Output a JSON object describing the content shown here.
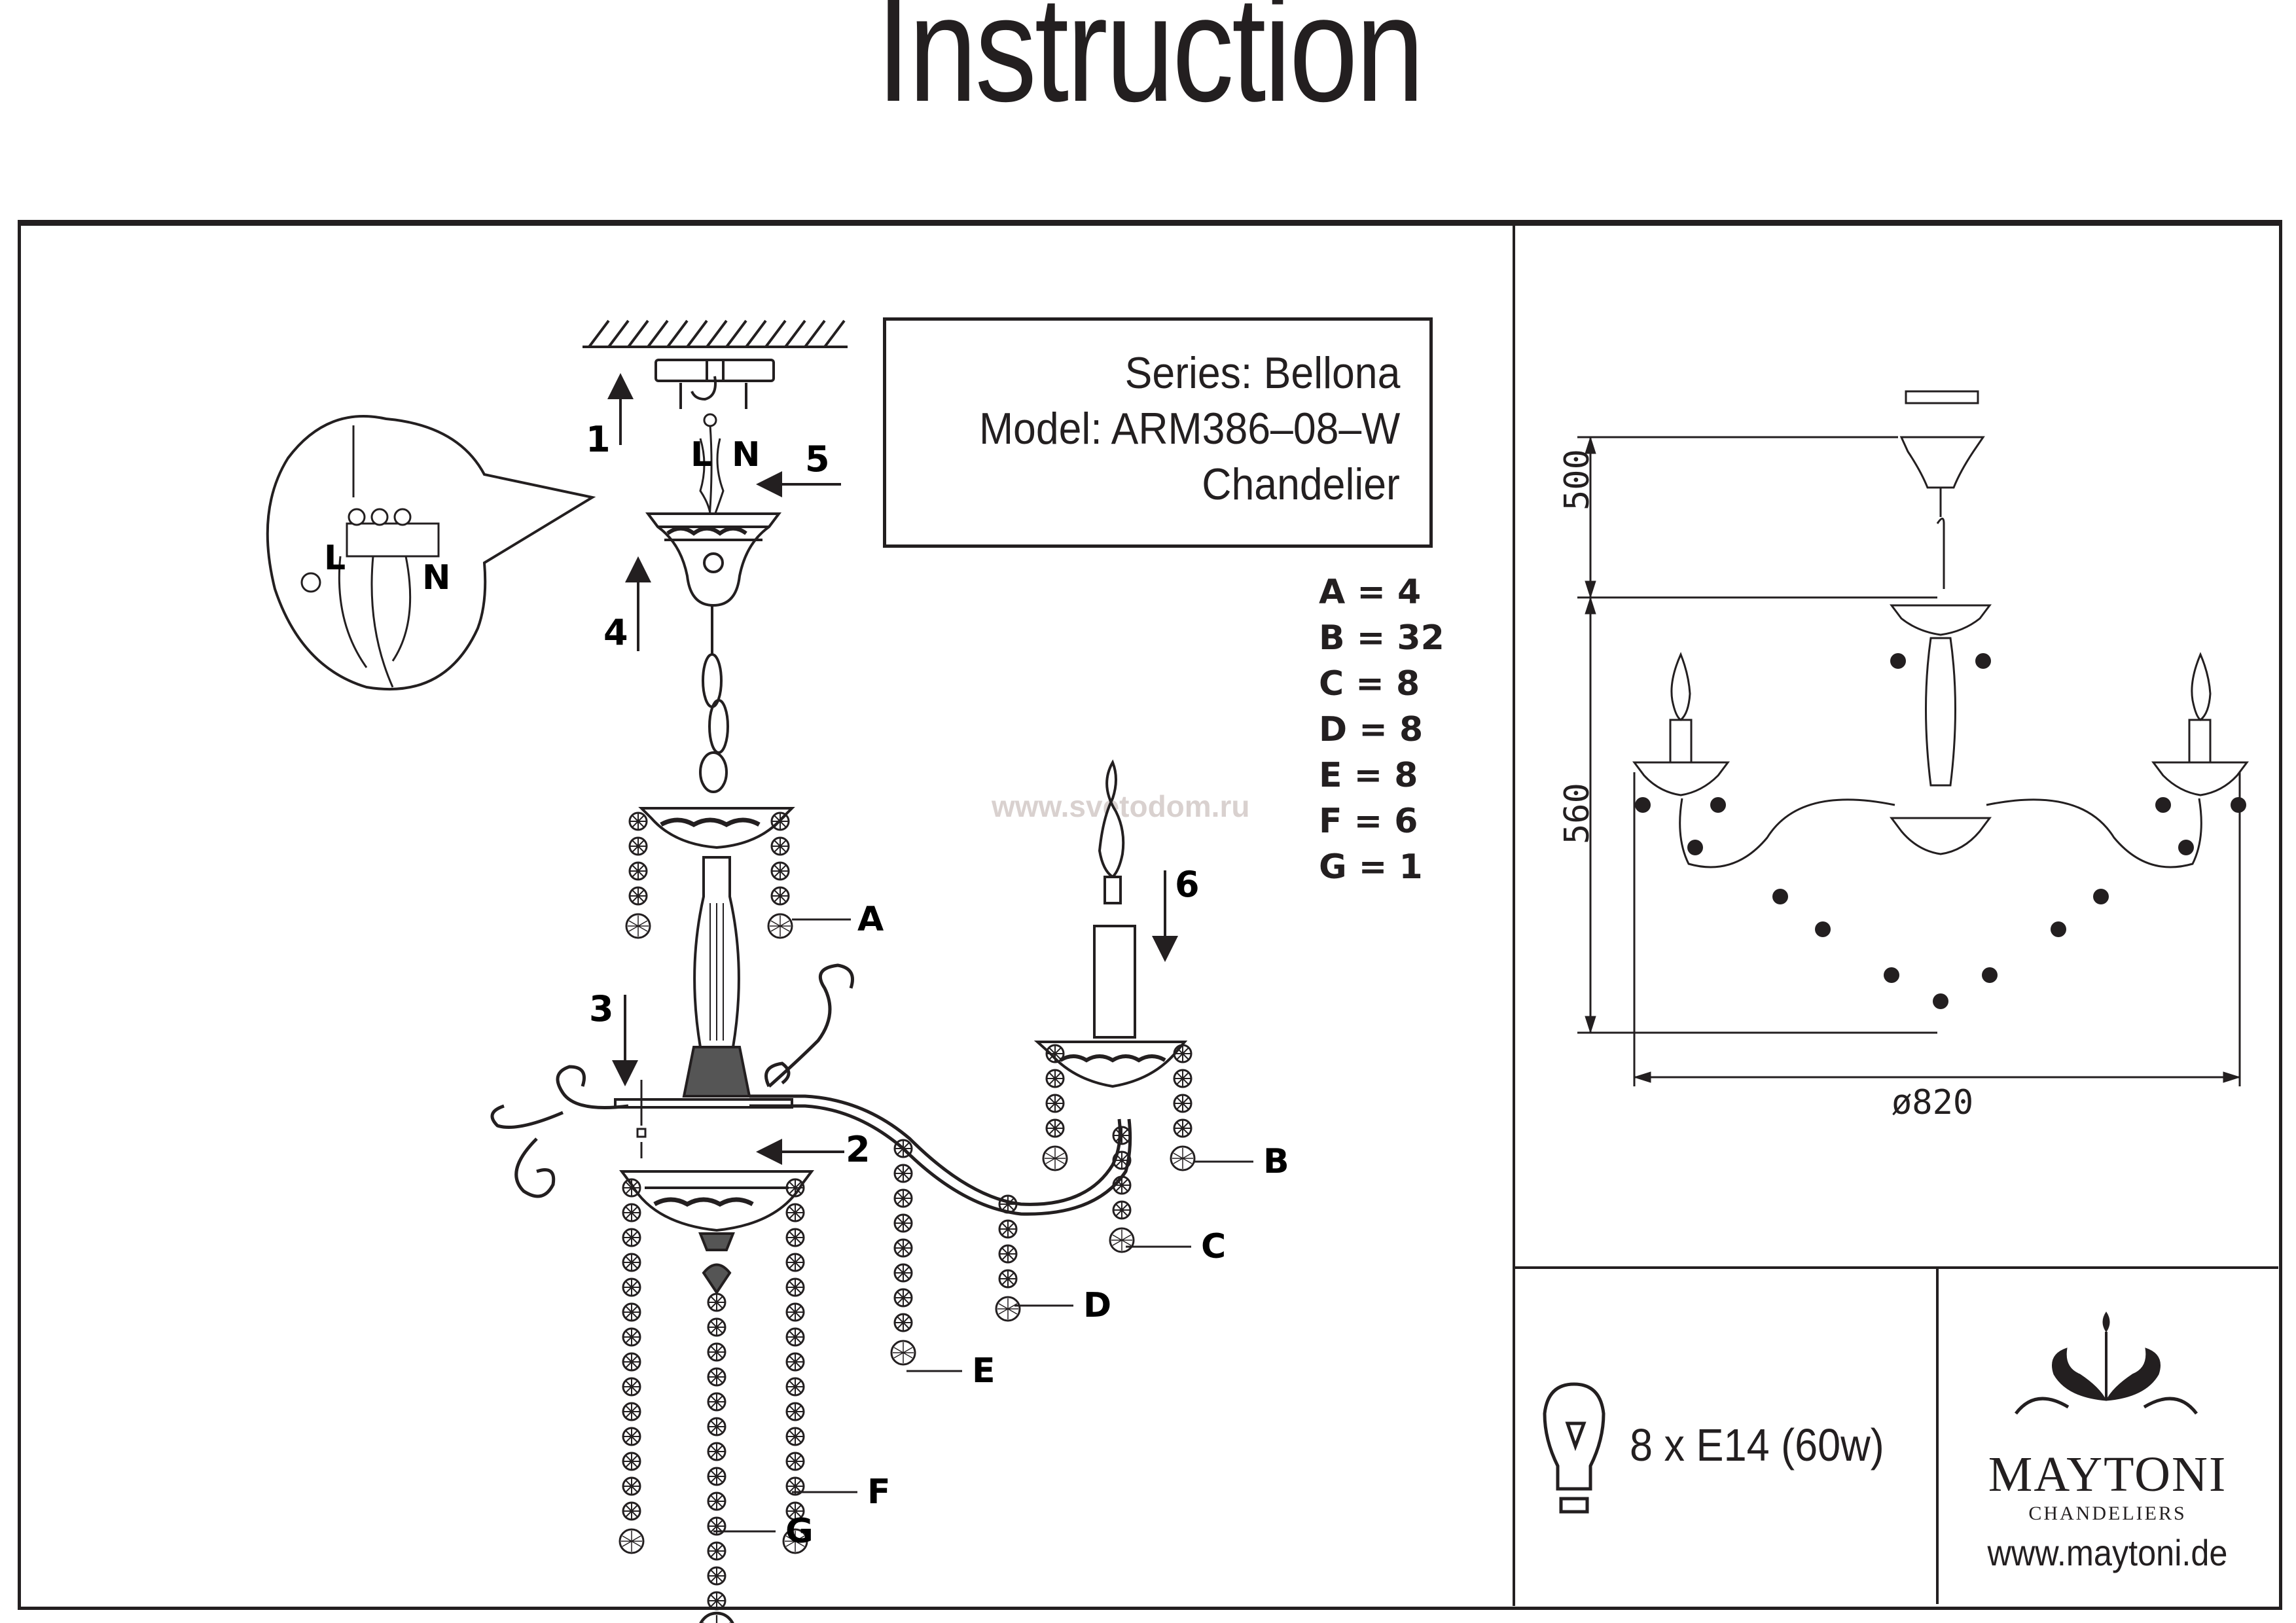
{
  "document": {
    "title": "Instruction",
    "watermark": "www.svetodom.ru"
  },
  "product": {
    "series": "Series: Bellona",
    "model": "Model: ARM386–08–W",
    "type": "Chandelier"
  },
  "parts": [
    {
      "letter": "A",
      "count": 4,
      "text": "A = 4"
    },
    {
      "letter": "B",
      "count": 32,
      "text": "B = 32"
    },
    {
      "letter": "C",
      "count": 8,
      "text": "C = 8"
    },
    {
      "letter": "D",
      "count": 8,
      "text": "D = 8"
    },
    {
      "letter": "E",
      "count": 8,
      "text": "E = 8"
    },
    {
      "letter": "F",
      "count": 6,
      "text": "F = 6"
    },
    {
      "letter": "G",
      "count": 1,
      "text": "G = 1"
    }
  ],
  "assembly": {
    "steps": [
      "1",
      "2",
      "3",
      "4",
      "5",
      "6"
    ],
    "wire_labels": {
      "live": "L",
      "neutral": "N"
    },
    "part_labels": [
      "A",
      "B",
      "C",
      "D",
      "E",
      "F",
      "G"
    ]
  },
  "dimensions": {
    "chain_height": "500",
    "body_height": "560",
    "diameter": "ø820",
    "units": "mm"
  },
  "bulb": {
    "spec": "8 x E14 (60w)",
    "count": 8,
    "socket": "E14",
    "wattage": "60w"
  },
  "brand": {
    "name": "MAYTONI",
    "subtitle": "CHANDELIERS",
    "website": "www.maytoni.de"
  }
}
